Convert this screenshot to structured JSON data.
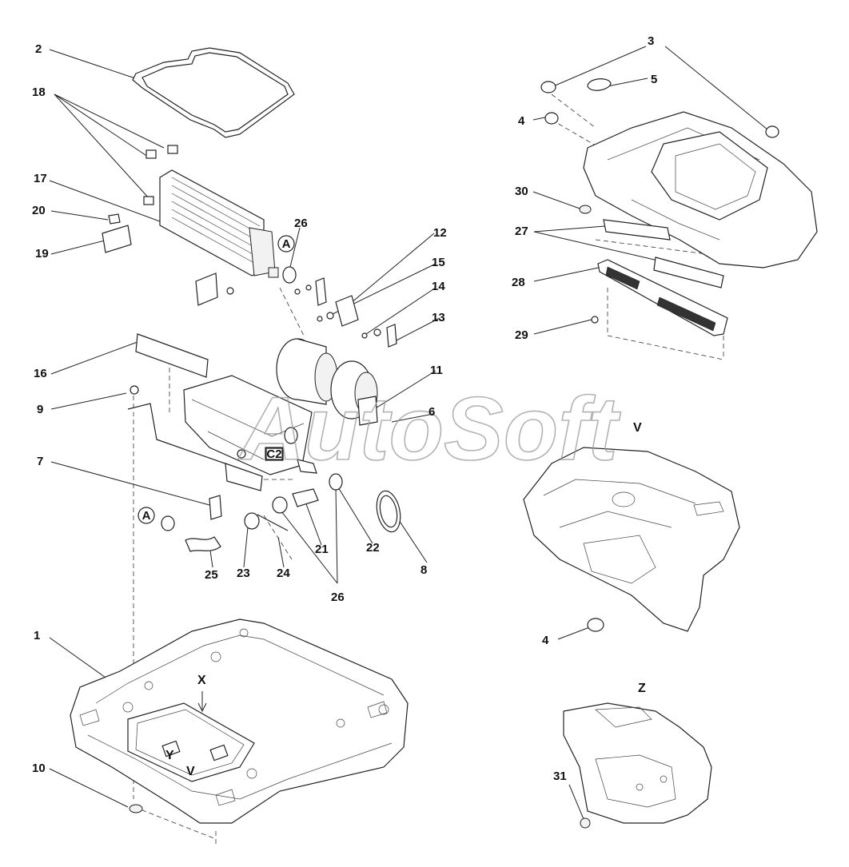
{
  "callouts": [
    "1",
    "2",
    "3",
    "4",
    "5",
    "6",
    "7",
    "8",
    "9",
    "10",
    "11",
    "12",
    "13",
    "14",
    "15",
    "16",
    "17",
    "18",
    "19",
    "20",
    "21",
    "22",
    "23",
    "24",
    "25",
    "26",
    "27",
    "28",
    "29",
    "30",
    "31"
  ],
  "views": {
    "v": "V",
    "z": "Z",
    "x": "X",
    "y": "Y"
  },
  "markers": {
    "a": "A",
    "c2": "C2"
  },
  "watermark": "AutoSoft"
}
